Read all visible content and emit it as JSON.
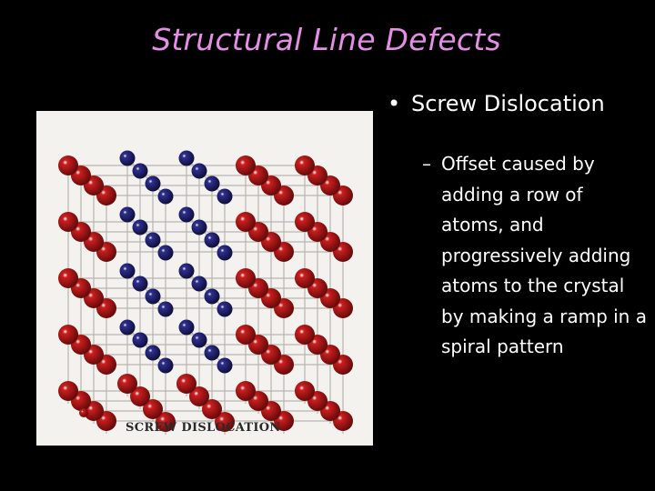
{
  "slide": {
    "title": "Structural Line Defects",
    "bullet": "Screw Dislocation",
    "bullet_marker": "•",
    "sub_marker": "–",
    "sub_bullet": "Offset caused by adding a row of atoms, and progressively adding atoms to the crystal by making a ramp in a spiral pattern"
  },
  "figure": {
    "caption": "SCREW DISLOCATION",
    "colors": {
      "background": "#f4f2ef",
      "red_atom": "#cc1e1e",
      "blue_atom": "#2e2f8f",
      "rod": "#b9b4ad"
    }
  },
  "colors": {
    "title": "#e58ee6",
    "text": "#ffffff",
    "background": "#000000"
  }
}
